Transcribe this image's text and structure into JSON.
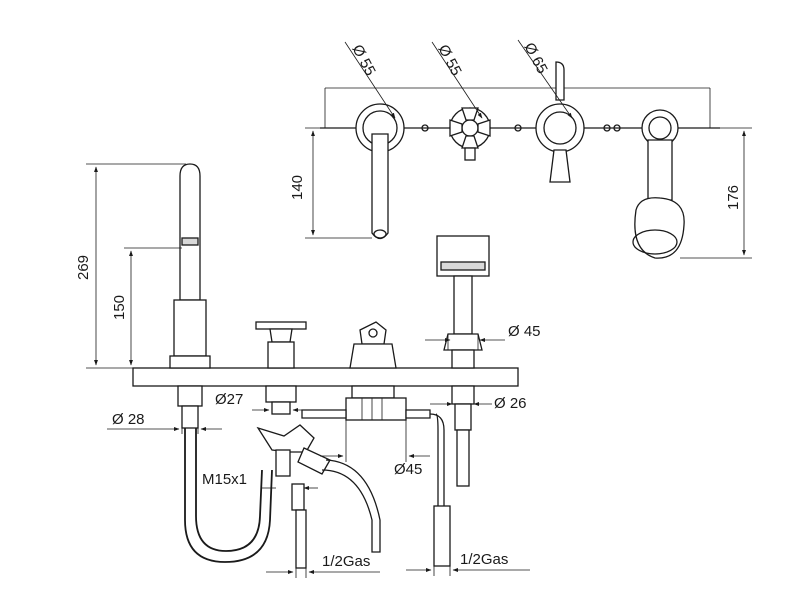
{
  "dimensions": {
    "d55_left": "Ø 55",
    "d55_mid": "Ø 55",
    "d65": "Ø 65",
    "h140": "140",
    "h176": "176",
    "h269": "269",
    "h150": "150",
    "d45_top": "Ø 45",
    "d28": "Ø 28",
    "d27": "Ø27",
    "d26": "Ø 26",
    "d45_bottom": "Ø45",
    "thread": "M15x1",
    "gas_left": "1/2Gas",
    "gas_right": "1/2Gas"
  }
}
